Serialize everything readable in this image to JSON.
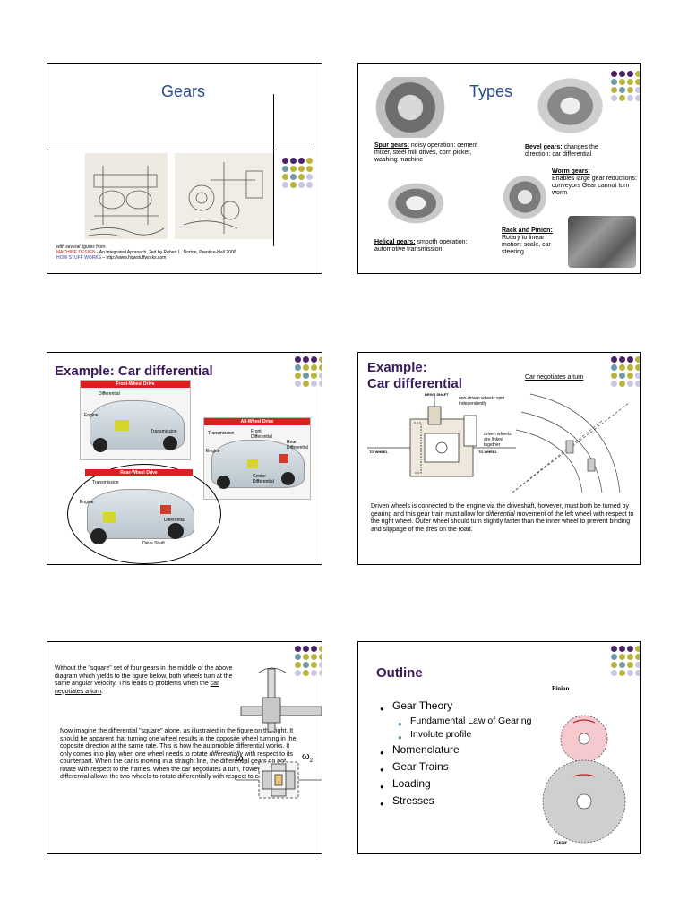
{
  "slide1": {
    "title": "Gears",
    "credits_intro": "with several figures from:",
    "credit1_link": "MACHINE DESIGN",
    "credit1_rest": " - An Integrated Approach, 2ed by Robert L. Norton, Prentice-Hall 2000",
    "credit2_link": "HOW STUFF WORKS",
    "credit2_rest": " – http://www.howstuffworks.com"
  },
  "slide2": {
    "title": "Types",
    "spur_label": "Spur gears:",
    "spur_text": " noisy operation: cement mixer, steel mill drives, corn picker, washing machine",
    "bevel_label": "Bevel gears:",
    "bevel_text": " changes the direction: car differential",
    "worm_label": "Worm gears:",
    "worm_text": "Enables large gear reductions: conveyors Gear cannot turn worm",
    "helical_label": "Helical gears:",
    "helical_text": " smooth operation: automotive transmission",
    "rack_label": "Rack and Pinion:",
    "rack_text": "Rotary to linear motion: scale, car steering"
  },
  "slide3": {
    "title": "Example: Car differential",
    "fwd_label": "Front-Wheel Drive",
    "awd_label": "All-Wheel Drive",
    "rwd_label": "Rear-Wheel Drive",
    "parts_fwd": [
      "Differential",
      "Engine",
      "Transmission"
    ],
    "parts_awd": [
      "Transmission",
      "Front Differential",
      "Engine",
      "Center Differential",
      "Rear Differential"
    ],
    "parts_rwd": [
      "Transmission",
      "Engine",
      "Differential",
      "Drive Shaft"
    ]
  },
  "slide4": {
    "title_line1": "Example:",
    "title_line2": "Car differential",
    "caption": "Car negotiates a turn",
    "nondriven": "non-driven wheels spin independently",
    "driven": "driven wheels are linked together",
    "drive_shaft": "DRIVE SHAFT",
    "to_wheel_left": "TO WHEEL",
    "to_wheel_right": "TO WHEEL",
    "body_text_1": "Driven wheels is connected to the engine via the driveshaft, however, must both be turned by gearing and this gear train must allow for ",
    "body_text_italic": "differential",
    "body_text_2": " movement of the left wheel with respect to the right wheel. Outer wheel should turn slightly faster than the inner wheel to prevent binding and slippage of the tires on the road."
  },
  "slide5": {
    "para1_a": "Without the \"square\" set of four gears in the middle of the above diagram which yields to the figure below, both wheels turn at the same angular velocity. This leads to problems when the ",
    "para1_link": "car negotiates a turn",
    "para1_end": ".",
    "para2_a": "Now imagine the differential \"square\" alone, as illustrated in the figure on the right. It should be apparent that turning one wheel results in the opposite wheel turning in the opposite direction at the same rate. This is how the automobile differential works. It only comes into play when one wheel needs to rotate ",
    "para2_italic": "differentially",
    "para2_b": " with respect to its counterpart. When the car is moving in a straight line, the differential gears do not rotate with respect to the frames. When the car negotiates a turn, however, the differential allows the two wheels to rotate differentially with respect to each other.",
    "omega1": "ω",
    "omega1_sub": "1",
    "omega2": "ω",
    "omega2_sub": "2"
  },
  "slide6": {
    "title": "Outline",
    "items": [
      "Gear Theory",
      "Nomenclature",
      "Gear Trains",
      "Loading",
      "Stresses"
    ],
    "subitems": [
      "Fundamental Law of Gearing",
      "Involute profile"
    ],
    "pinion_label": "Pinion",
    "gear_label": "Gear"
  },
  "colors": {
    "dark_purple": "#4a2466",
    "olive": "#b9b53c",
    "teal": "#6f9aa6",
    "lavender": "#c9c8e0"
  }
}
